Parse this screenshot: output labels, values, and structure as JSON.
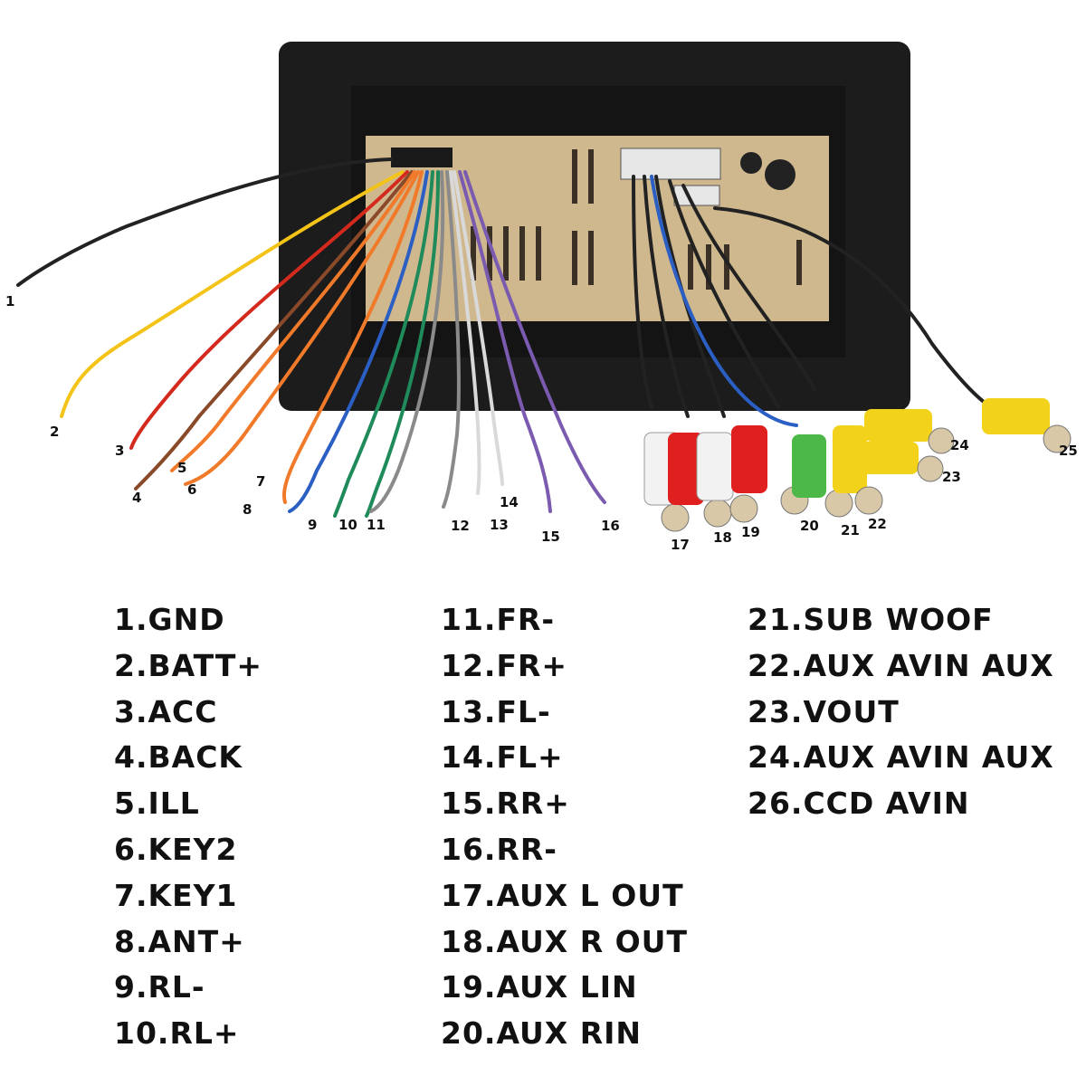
{
  "callouts": [
    "1",
    "2",
    "3",
    "4",
    "5",
    "6",
    "7",
    "8",
    "9",
    "10",
    "11",
    "12",
    "13",
    "14",
    "15",
    "16",
    "17",
    "18",
    "19",
    "20",
    "21",
    "22",
    "23",
    "24",
    "25"
  ],
  "legend": {
    "columns": [
      [
        "1.GND",
        "2.BATT+",
        "3.ACC",
        "4.BACK",
        "5.ILL",
        "6.KEY2",
        "7.KEY1",
        "8.ANT+",
        "9.RL-",
        "10.RL+"
      ],
      [
        "11.FR-",
        "12.FR+",
        "13.FL-",
        "14.FL+",
        "15.RR+",
        "16.RR-",
        "17.AUX L OUT",
        "18.AUX R OUT",
        "19.AUX LIN",
        "20.AUX RIN"
      ],
      [
        "21.SUB WOOF",
        "22.AUX AVIN AUX",
        "23.VOUT",
        "24.AUX AVIN AUX",
        "26.CCD AVIN"
      ]
    ]
  },
  "colors": {
    "unit_body": "#1c1c1c",
    "chassis": "#cfb88e",
    "rca_red": "#e0201e",
    "rca_white": "#f2f2f2",
    "rca_green": "#4cb847",
    "rca_yellow": "#f2d21b",
    "wire_black": "#222222",
    "wire_yellow": "#f3c318",
    "wire_red": "#d42a1e",
    "wire_brown": "#8a4a2a",
    "wire_orange": "#f07a2a",
    "wire_blue": "#2b5fc4",
    "wire_green": "#1f8a5a",
    "wire_gray": "#8a8a8a",
    "wire_white": "#d9d9d9",
    "wire_purple": "#7a5bb0"
  }
}
